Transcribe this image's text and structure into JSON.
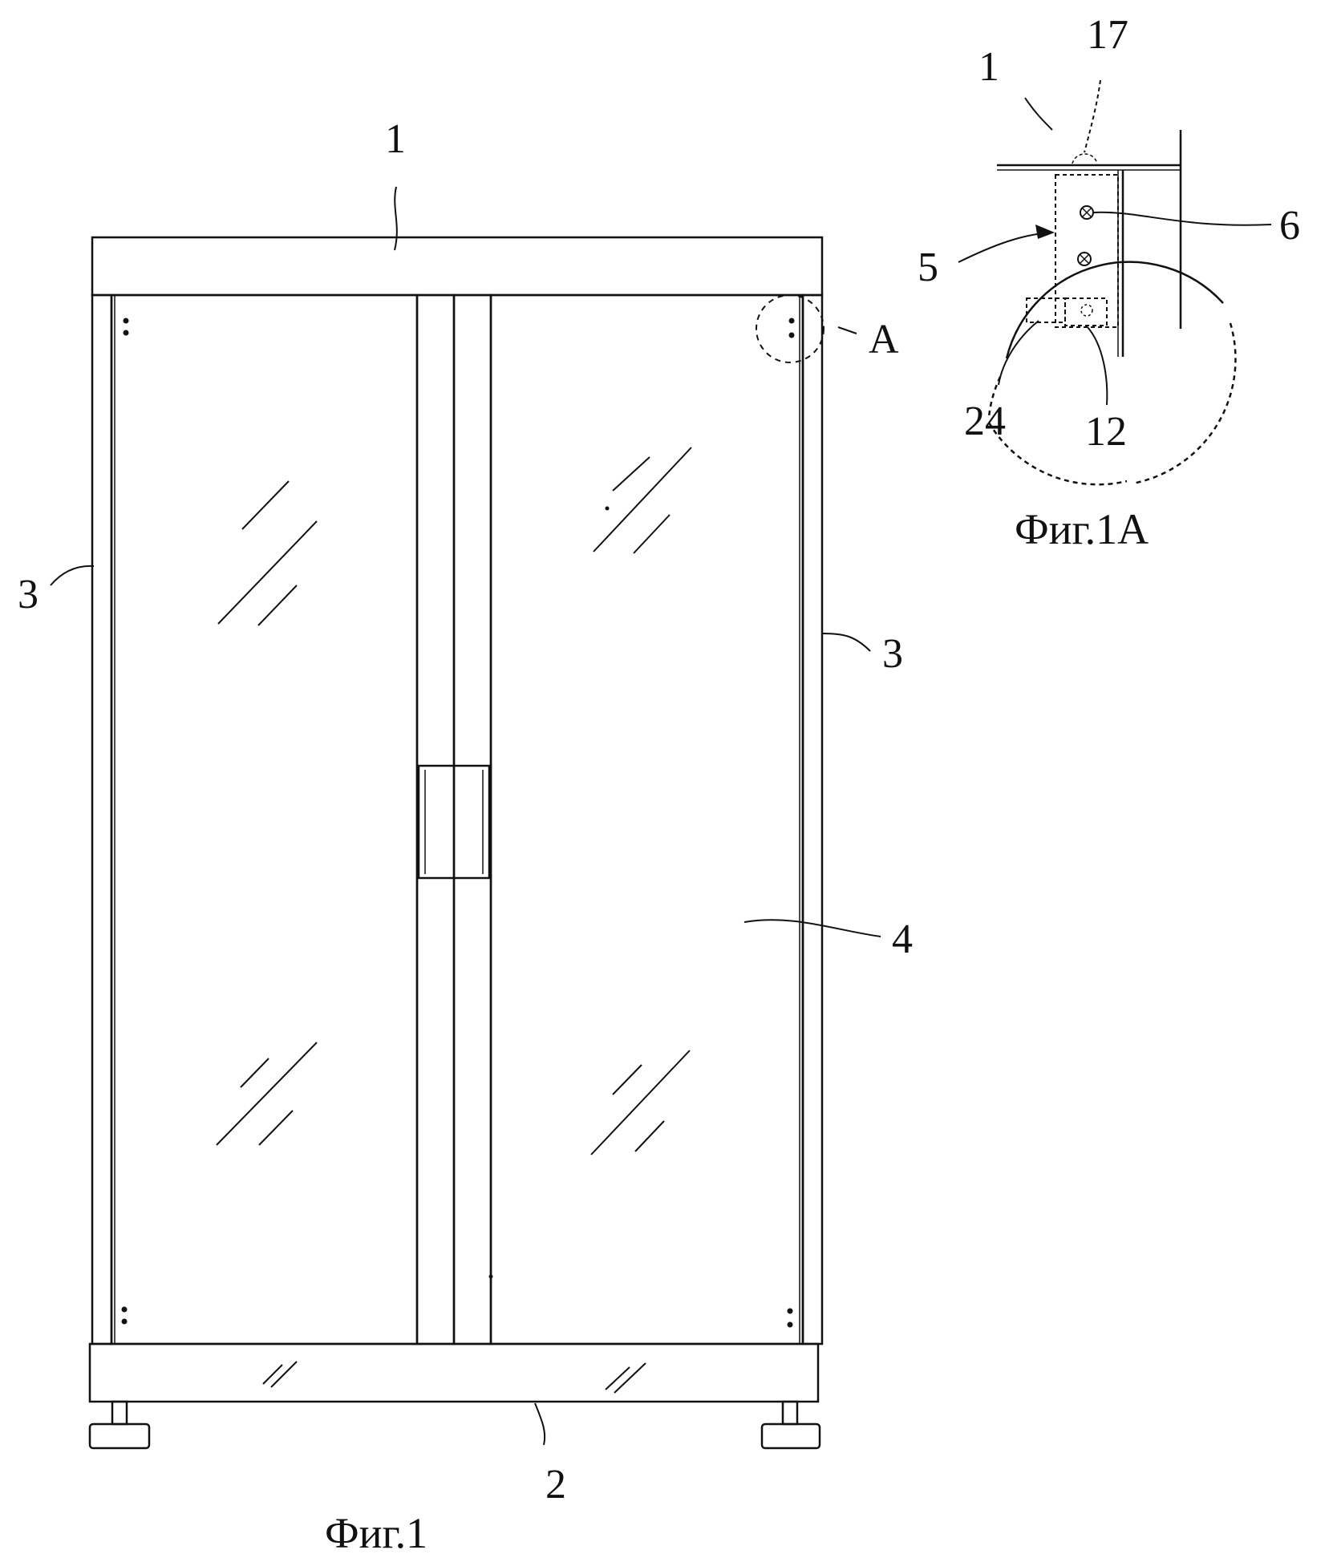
{
  "figures": {
    "main": {
      "caption": "Фиг.1",
      "labels": {
        "top_frame": "1",
        "left_post": "3",
        "right_post": "3",
        "glass_door": "4",
        "bottom_frame": "2",
        "detail_ref": "A"
      }
    },
    "detail": {
      "caption": "Фиг.1A",
      "labels": {
        "frame": "1",
        "part_17": "17",
        "bracket": "5",
        "screw": "6",
        "part_24": "24",
        "part_12": "12"
      }
    }
  }
}
